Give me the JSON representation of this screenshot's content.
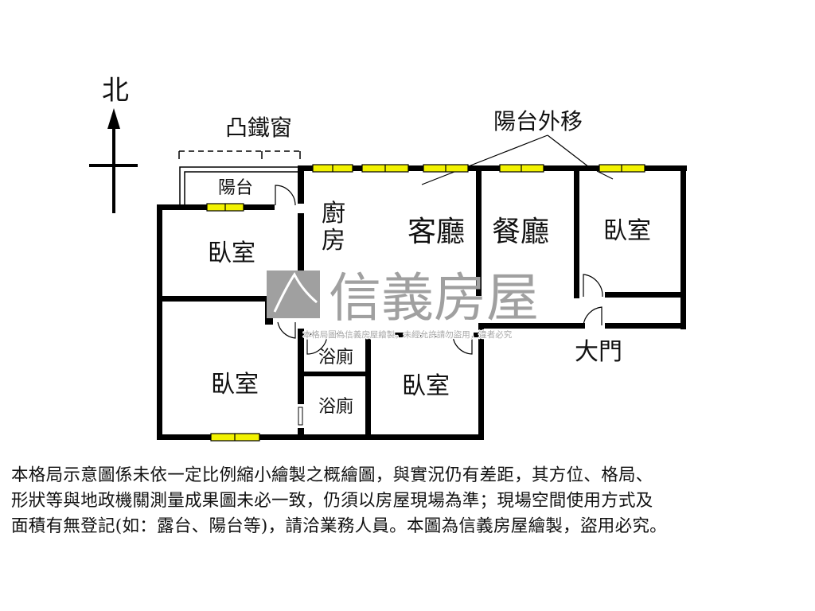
{
  "compass": {
    "north_label": "北"
  },
  "annotations": {
    "bay_window": "凸鐵窗",
    "balcony_moved": "陽台外移"
  },
  "rooms": {
    "balcony": "陽台",
    "kitchen_1": "廚",
    "kitchen_2": "房",
    "living_room": "客廳",
    "dining_room": "餐廳",
    "bedroom_ne": "臥室",
    "bedroom_nw": "臥室",
    "bedroom_sw": "臥室",
    "bedroom_s": "臥室",
    "bathroom_1": "浴廁",
    "bathroom_2": "浴廁",
    "main_door": "大門"
  },
  "watermark": {
    "brand": "信義房屋",
    "notice": "本格局圖為信義房屋繪製，未經允許請勿盜用，違者必究"
  },
  "disclaimer": {
    "lines": [
      "本格局示意圖係未依一定比例縮小繪製之概繪圖，與實況仍有差距，其方位、格局、",
      "形狀等與地政機關測量成果圖未必一致，仍須以房屋現場為準；現場空間使用方式及",
      "面積有無登記(如：露台、陽台等)，請洽業務人員。本圖為信義房屋繪製，盜用必究。"
    ]
  },
  "colors": {
    "wall": "#000000",
    "window": "#f2f200",
    "watermark": "#a0a0a0"
  }
}
